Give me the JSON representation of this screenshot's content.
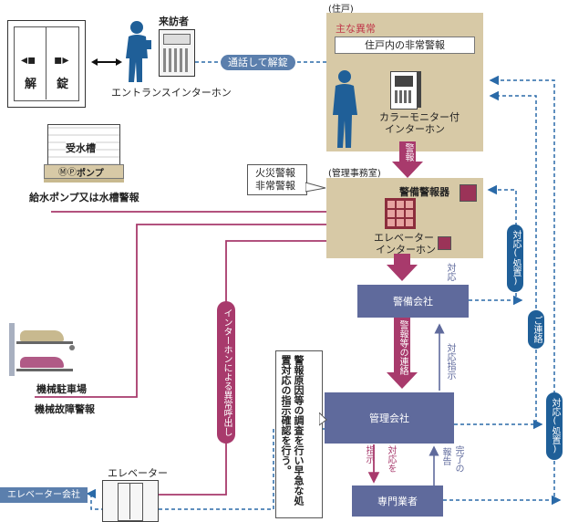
{
  "door": {
    "left_label": "解",
    "right_label": "錠"
  },
  "visitor_label": "来訪者",
  "entrance_label": "エントランスインターホン",
  "unlock_pill": "通話して解錠",
  "residence": {
    "header": "(住戸)",
    "title": "主な異常",
    "box_label": "住戸内の非常警報",
    "monitor_line1": "カラーモニター付",
    "monitor_line2": "インターホン"
  },
  "alarm_arrow": "警報",
  "water_tank": {
    "tank_label": "受水槽",
    "pump_label": "ポンプ",
    "alarm_label": "給水ポンプ又は水槽警報"
  },
  "callout": {
    "line1": "火災警報",
    "line2": "非常警報"
  },
  "office": {
    "header": "(管理事務室)",
    "security_alarm": "警備警報器",
    "elev_line1": "エレベーター",
    "elev_line2": "インターホン"
  },
  "security_company": "警備会社",
  "management_company": "管理会社",
  "contractor": "専門業者",
  "parking": {
    "name": "機械駐車場",
    "alarm": "機械故障警報"
  },
  "elevator": {
    "label": "エレベーター",
    "company": "エレベーター会社"
  },
  "intercom_call": "インターホンによる異常呼出し",
  "note": "警報原因等の調査を行い早急な処置対応の指示確認を行う。",
  "arrows": {
    "response": "対応",
    "alarm_contact": "警報等の連絡",
    "response_instruction": "対応指示",
    "instruct_line1": "対応を",
    "instruct_line2": "指示",
    "report_line1": "完了の",
    "report_line2": "報告"
  },
  "pills": {
    "response_1": "対応(処置)",
    "contact": "ご連絡",
    "response_2": "対応(処置)"
  },
  "colors": {
    "tan": "#d7c9a6",
    "navy": "#5f6a9c",
    "pink": "#a83a6c",
    "blue_dash": "#2a6aa8",
    "blue_pill": "#1f5f98",
    "alarm_square": "#9b3358",
    "maroon": "#8b2d3c"
  }
}
